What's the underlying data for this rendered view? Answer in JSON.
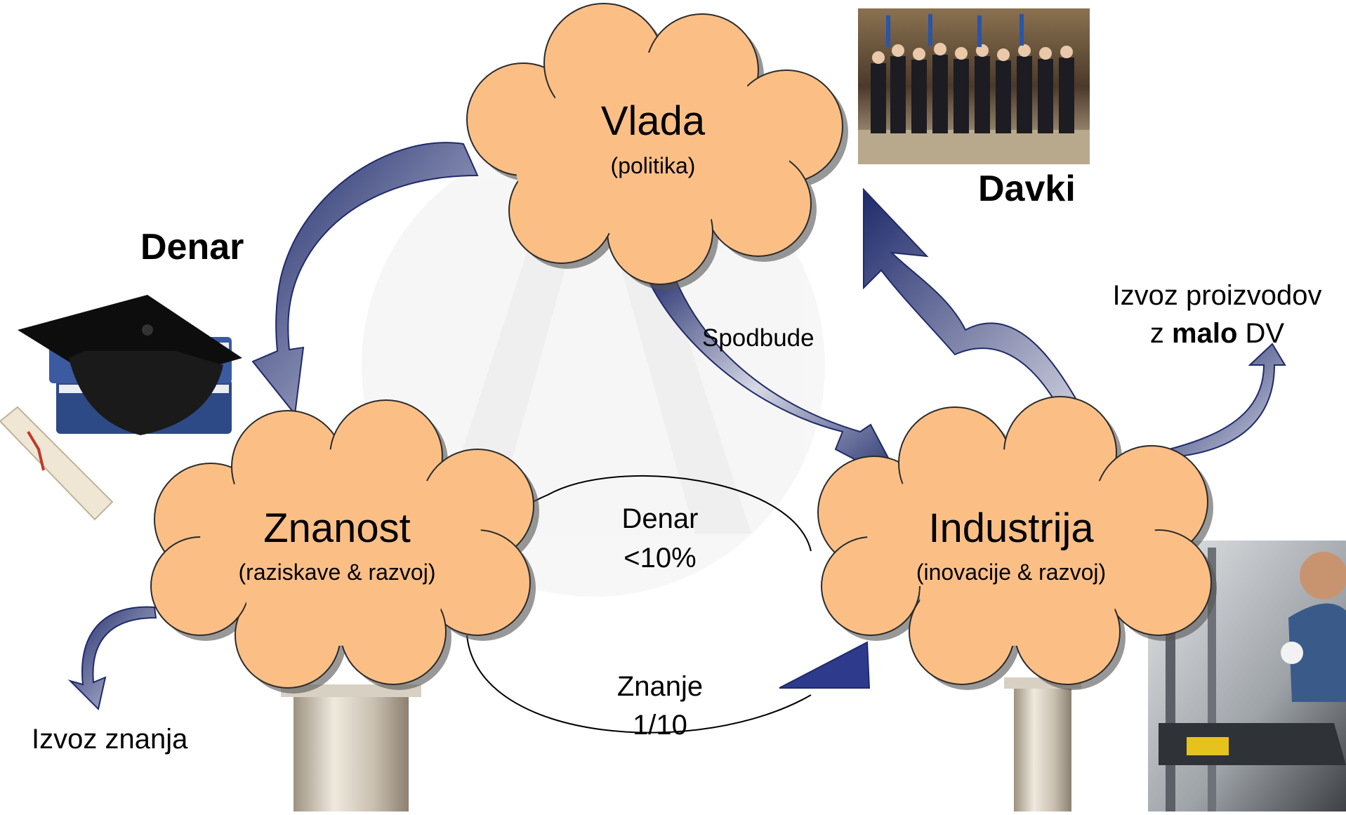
{
  "nodes": {
    "vlada": {
      "title": "Vlada",
      "subtitle": "(politika)"
    },
    "znanost": {
      "title": "Znanost",
      "subtitle": "(raziskave & razvoj)"
    },
    "industrija": {
      "title": "Industrija",
      "subtitle": "(inovacije & razvoj)"
    }
  },
  "labels": {
    "denar_top": "Denar",
    "davki": "Davki",
    "spodbude": "Spodbude",
    "denar_mid": "Denar",
    "denar_mid_pct": "<10%",
    "znanje": "Znanje",
    "znanje_ratio": "1/10",
    "izvoz_znanja": "Izvoz znanja",
    "izvoz_proizvodov_1": "Izvoz proizvodov",
    "izvoz_proizvodov_2a": "z ",
    "izvoz_proizvodov_bold": "malo",
    "izvoz_proizvodov_2b": " DV"
  },
  "colors": {
    "cloud_fill": "#fbbf86",
    "cloud_stroke": "#2b2b2b",
    "arrow_dark": "#1f2a6b",
    "arrow_light": "#c9ccdc",
    "watermark": "#f3f3f3"
  },
  "icons": [
    "graduation-cap-icon",
    "diploma-scroll-icon",
    "column-pillar-icon",
    "factory-worker-icon",
    "government-group-photo-icon"
  ]
}
